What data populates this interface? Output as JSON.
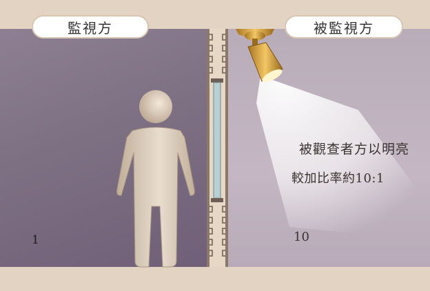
{
  "labels": {
    "observer_side": "監視方",
    "observed_side": "被監視方"
  },
  "luminance": {
    "observer_value": "1",
    "observed_value": "10"
  },
  "annotation": {
    "line1": "被觀查者方以明亮",
    "line2": "較加比率約10:1"
  },
  "colors": {
    "frame": "#e3d3c2",
    "dark_room": "#7e7083",
    "bright_room": "#c4b7c3",
    "glass": "#b8d0d3",
    "lamp": "#d9a441",
    "figure": "#d8c7b3"
  },
  "icons": {
    "lamp": "spotlight-icon",
    "person": "person-icon"
  }
}
